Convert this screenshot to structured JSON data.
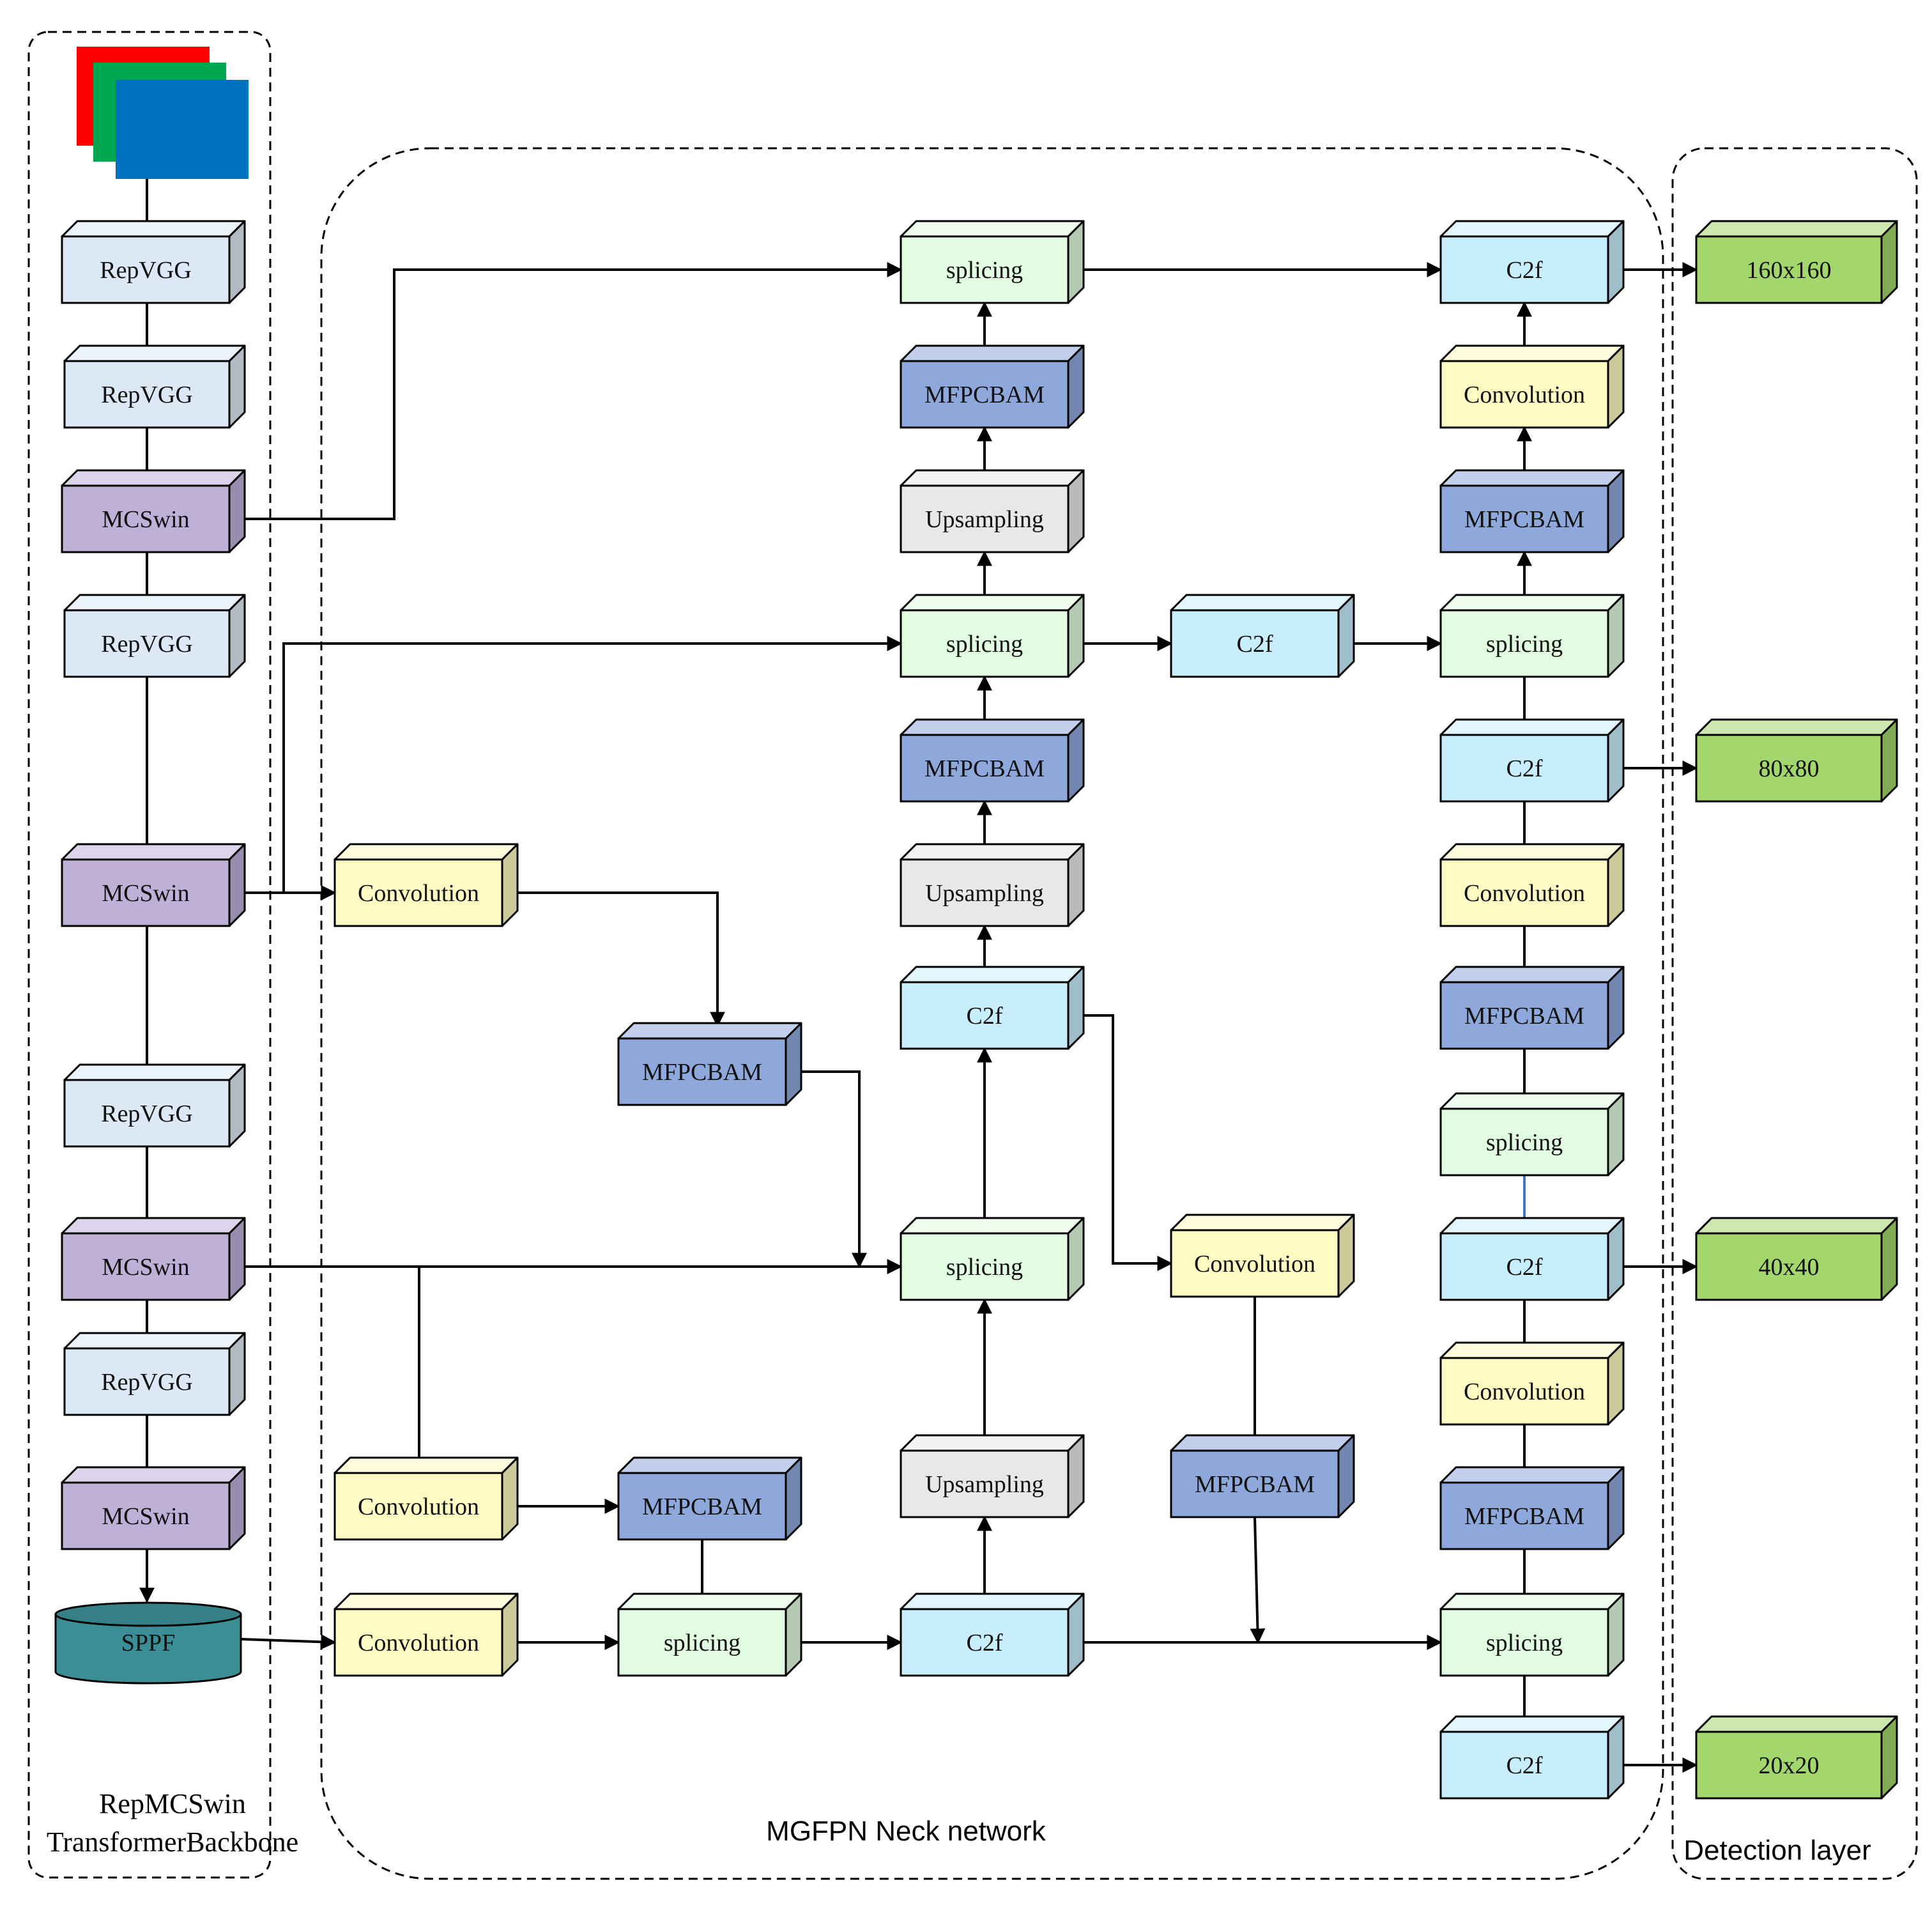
{
  "groups": {
    "backbone": {
      "line1": "RepMCSwin",
      "line2": "TransformerBackbone"
    },
    "neck": {
      "label": "MGFPN Neck network"
    },
    "detection": {
      "label": "Detection layer"
    }
  },
  "labels": {
    "repvgg": "RepVGG",
    "mcswin": "MCSwin",
    "sppf": "SPPF",
    "convolution": "Convolution",
    "mfpcbam": "MFPCBAM",
    "splicing": "splicing",
    "upsampling": "Upsampling",
    "c2f": "C2f",
    "out160": "160x160",
    "out80": "80x80",
    "out40": "40x40",
    "out20": "20x20"
  },
  "colors": {
    "repvgg": "#dde8f6",
    "mcswin": "#bfb0d8",
    "sppf": "#3b8e96",
    "convolution": "#fffbc2",
    "mfpcbam": "#8ea8dc",
    "splicing": "#e1fce0",
    "upsampling": "#e8e8e8",
    "c2f": "#c8eefc",
    "output": "#a3d66c",
    "input_red": "#ff0000",
    "input_green": "#00a650",
    "input_blue": "#0070c0",
    "blue_arrow": "#4472c4"
  }
}
